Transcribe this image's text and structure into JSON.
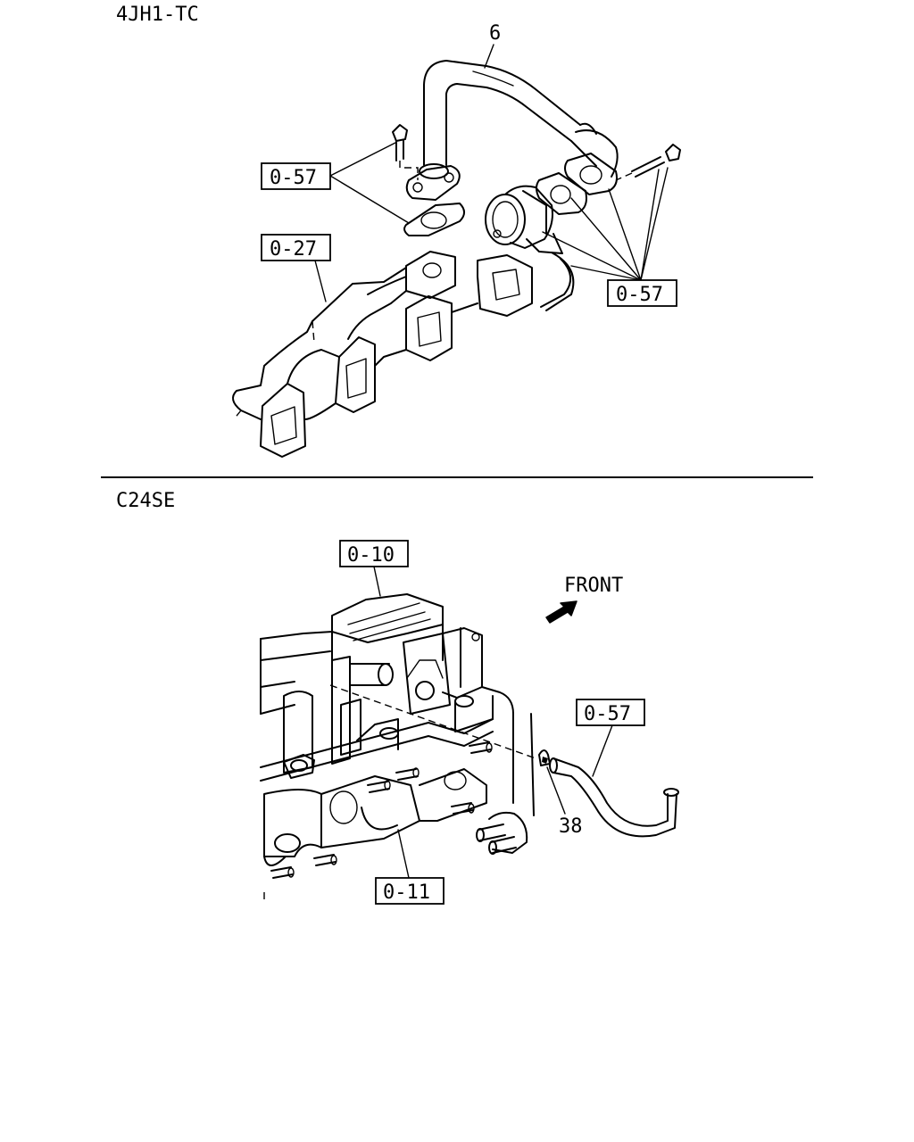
{
  "sections": [
    {
      "title": "4JH1-TC",
      "callouts": [
        "6",
        "0-57",
        "0-27",
        "0-57"
      ]
    },
    {
      "title": "C24SE",
      "callouts": [
        "0-10",
        "0-57",
        "38",
        "0-11"
      ],
      "direction": "FRONT"
    }
  ]
}
